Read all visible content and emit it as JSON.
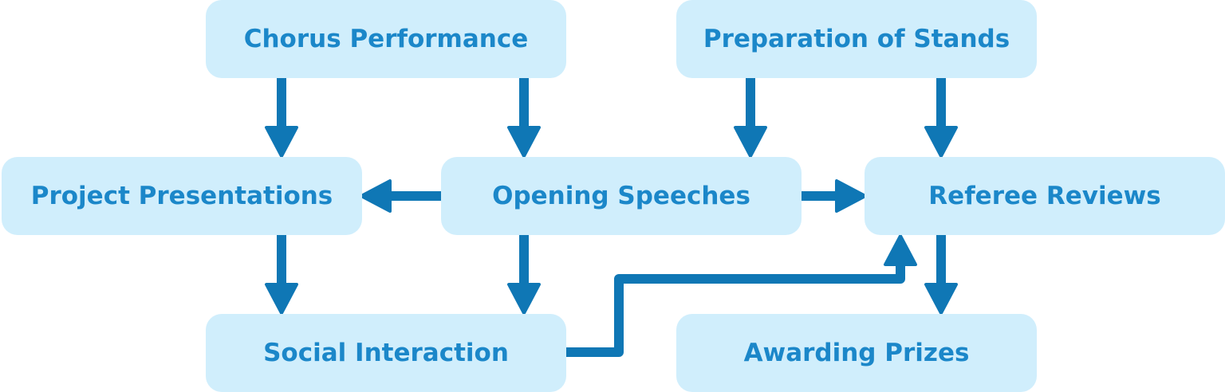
{
  "diagram": {
    "colors": {
      "node_fill": "#d0eefc",
      "label_text": "#1b87c9",
      "arrow": "#0f77b5"
    },
    "nodes": {
      "chorus": {
        "label": "Chorus Performance"
      },
      "stands": {
        "label": "Preparation of Stands"
      },
      "project": {
        "label": "Project Presentations"
      },
      "opening": {
        "label": "Opening Speeches"
      },
      "referee": {
        "label": "Referee Reviews"
      },
      "social": {
        "label": "Social Interaction"
      },
      "awarding": {
        "label": "Awarding Prizes"
      }
    },
    "edges": [
      {
        "from": "chorus",
        "to": "project"
      },
      {
        "from": "chorus",
        "to": "opening"
      },
      {
        "from": "stands",
        "to": "opening"
      },
      {
        "from": "stands",
        "to": "referee"
      },
      {
        "from": "opening",
        "to": "project"
      },
      {
        "from": "opening",
        "to": "referee"
      },
      {
        "from": "project",
        "to": "social"
      },
      {
        "from": "opening",
        "to": "social"
      },
      {
        "from": "social",
        "to": "referee"
      },
      {
        "from": "referee",
        "to": "awarding"
      }
    ]
  }
}
